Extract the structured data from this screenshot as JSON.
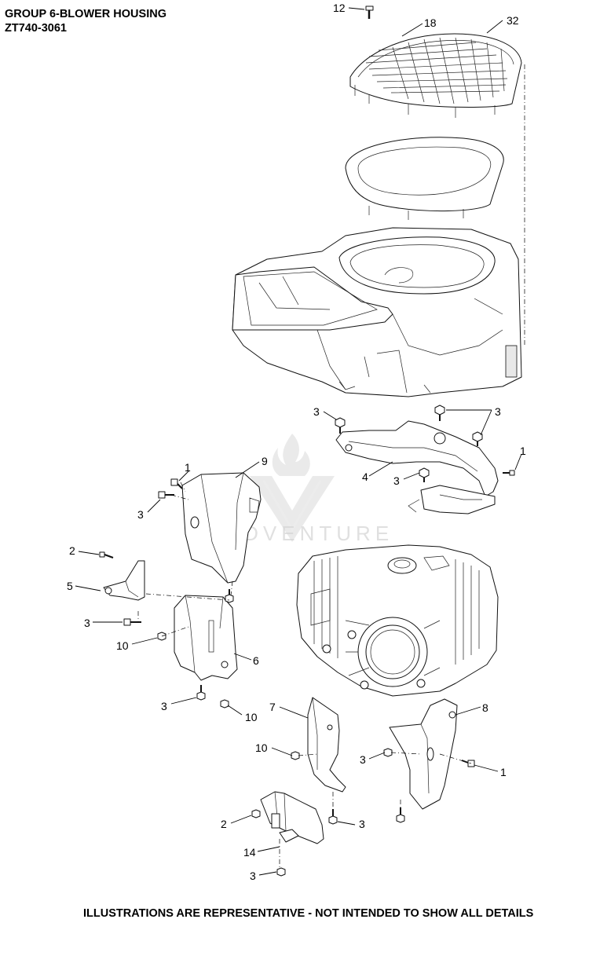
{
  "header": {
    "title": "GROUP 6-BLOWER HOUSING",
    "model": "ZT740-3061"
  },
  "footer": {
    "note": "ILLUSTRATIONS ARE REPRESENTATIVE - NOT INTENDED TO SHOW ALL DETAILS"
  },
  "watermark": {
    "brand": "LEADVENTURE"
  },
  "callouts": {
    "c12": "12",
    "c18": "18",
    "c32": "32",
    "c3a": "3",
    "c3b": "3",
    "c1a": "1",
    "c4": "4",
    "c3c": "3",
    "c1b": "1",
    "c9": "9",
    "c3d": "3",
    "c2a": "2",
    "c5": "5",
    "c3e": "3",
    "c10a": "10",
    "c6": "6",
    "c3f": "3",
    "c10b": "10",
    "c7": "7",
    "c8": "8",
    "c10c": "10",
    "c3g": "3",
    "c1c": "1",
    "c2b": "2",
    "c3h": "3",
    "c14": "14",
    "c3i": "3"
  }
}
